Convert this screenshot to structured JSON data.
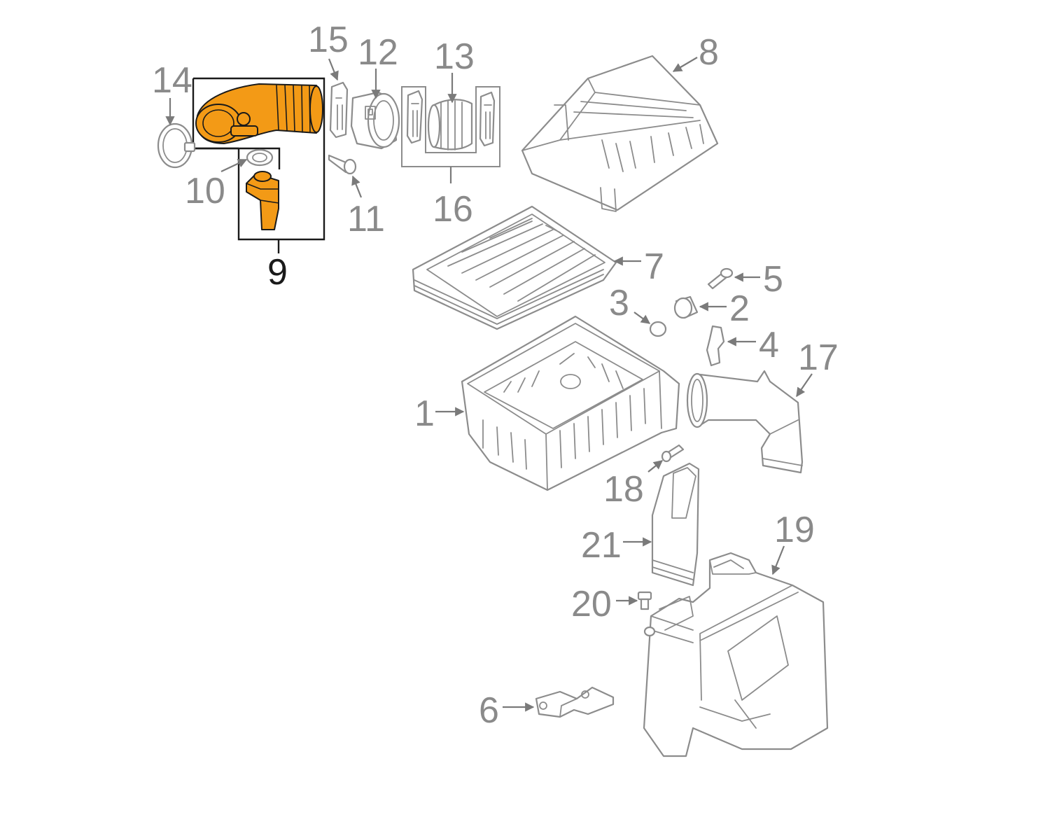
{
  "diagram": {
    "highlight_color": "#f39a16",
    "line_color": "#8c8c8c",
    "callouts": {
      "c1": "1",
      "c2": "2",
      "c3": "3",
      "c4": "4",
      "c5": "5",
      "c6": "6",
      "c7": "7",
      "c8": "8",
      "c9": "9",
      "c10": "10",
      "c11": "11",
      "c12": "12",
      "c13": "13",
      "c14": "14",
      "c15": "15",
      "c16": "16",
      "c17": "17",
      "c18": "18",
      "c19": "19",
      "c20": "20",
      "c21": "21"
    },
    "highlighted_callout": "9"
  }
}
